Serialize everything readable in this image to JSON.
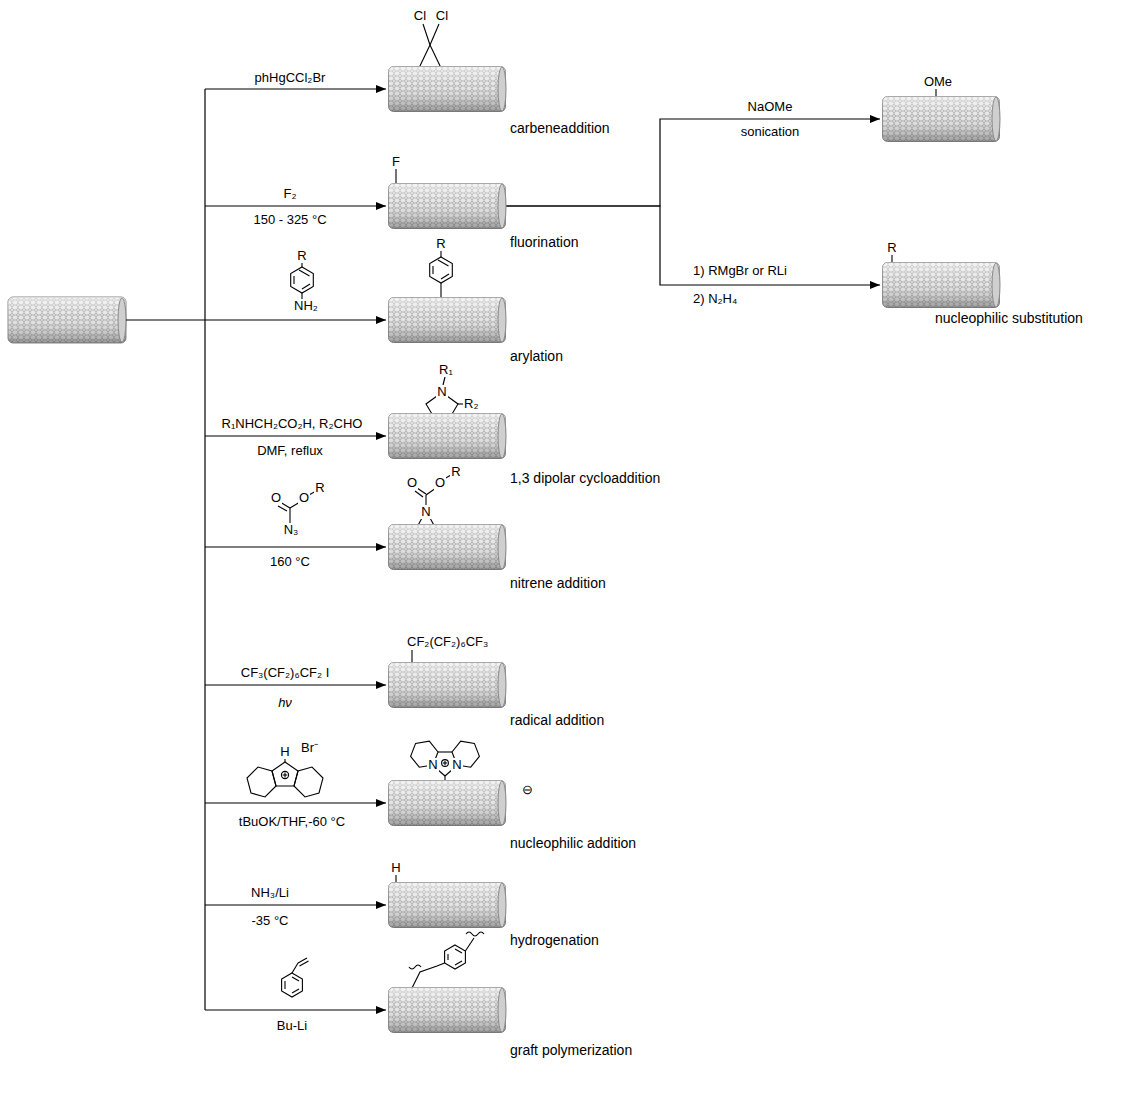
{
  "diagram": {
    "nodes": [
      {
        "text": [
          "Cl",
          "Cl",
          "carbeneaddition"
        ]
      },
      {
        "text": [
          "F",
          "fluorination"
        ]
      },
      {
        "text": [
          "OMe"
        ]
      },
      {
        "text": [
          "R",
          "nucleophilic substitution"
        ]
      },
      {
        "text": [
          "R",
          "arylation"
        ]
      },
      {
        "text": [
          "R₁",
          "N",
          "R₂",
          "1,3 dipolar cycloaddition"
        ]
      },
      {
        "text": [
          "O",
          "O",
          "R",
          "N",
          "nitrene addition"
        ]
      },
      {
        "text": [
          "CF₂(CF₂)₆CF₃",
          "radical addition"
        ]
      },
      {
        "text": [
          "N",
          "N",
          "⊖",
          "nucleophilic addition"
        ]
      },
      {
        "text": [
          "H",
          "hydrogenation"
        ]
      },
      {
        "text": [
          "graft polymerization"
        ]
      }
    ],
    "edges": [
      {
        "from": 1,
        "to": 2,
        "arrow": "to"
      },
      {
        "from": 1,
        "to": 3,
        "arrow": "to"
      }
    ],
    "labels": [
      "phHgCCl₂Br",
      "F₂",
      "150 - 325 °C",
      "R",
      "NH₂",
      "R₁NHCH₂CO₂H, R₂CHO",
      "DMF, reflux",
      "O",
      "O",
      "R",
      "N₃",
      "160 °C",
      "CF₃(CF₂)₆CF₂ I",
      "hν",
      "H",
      "Br⁻",
      "tBuOK/THF,-60 °C",
      "NH₃/Li",
      "-35 °C",
      "Bu-Li",
      "NaOMe",
      "sonication",
      "1) RMgBr or RLi",
      "2) N₂H₄"
    ]
  }
}
